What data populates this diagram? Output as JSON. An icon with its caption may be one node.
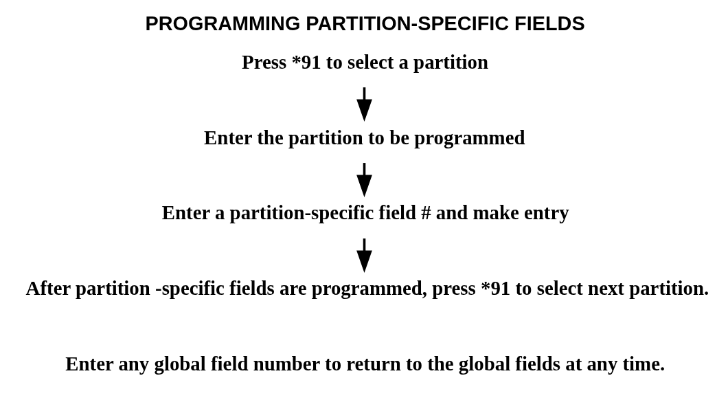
{
  "diagram": {
    "title": "PROGRAMMING PARTITION-SPECIFIC FIELDS",
    "nodes": [
      {
        "text": [
          "Press *91 to select a partition"
        ]
      },
      {
        "text": [
          "Enter the partition to be programmed"
        ]
      },
      {
        "text": [
          "Enter a partition-specific field # and make entry"
        ]
      },
      {
        "text": [
          "After partition -specific fields are programmed, press *91 to select next partition."
        ]
      }
    ],
    "edges": [
      {
        "from": 0,
        "to": 1,
        "arrow": "to"
      },
      {
        "from": 1,
        "to": 2,
        "arrow": "to"
      },
      {
        "from": 2,
        "to": 3,
        "arrow": "to"
      }
    ],
    "labels": [
      "Enter any global field number to return to the global fields at any time."
    ]
  }
}
